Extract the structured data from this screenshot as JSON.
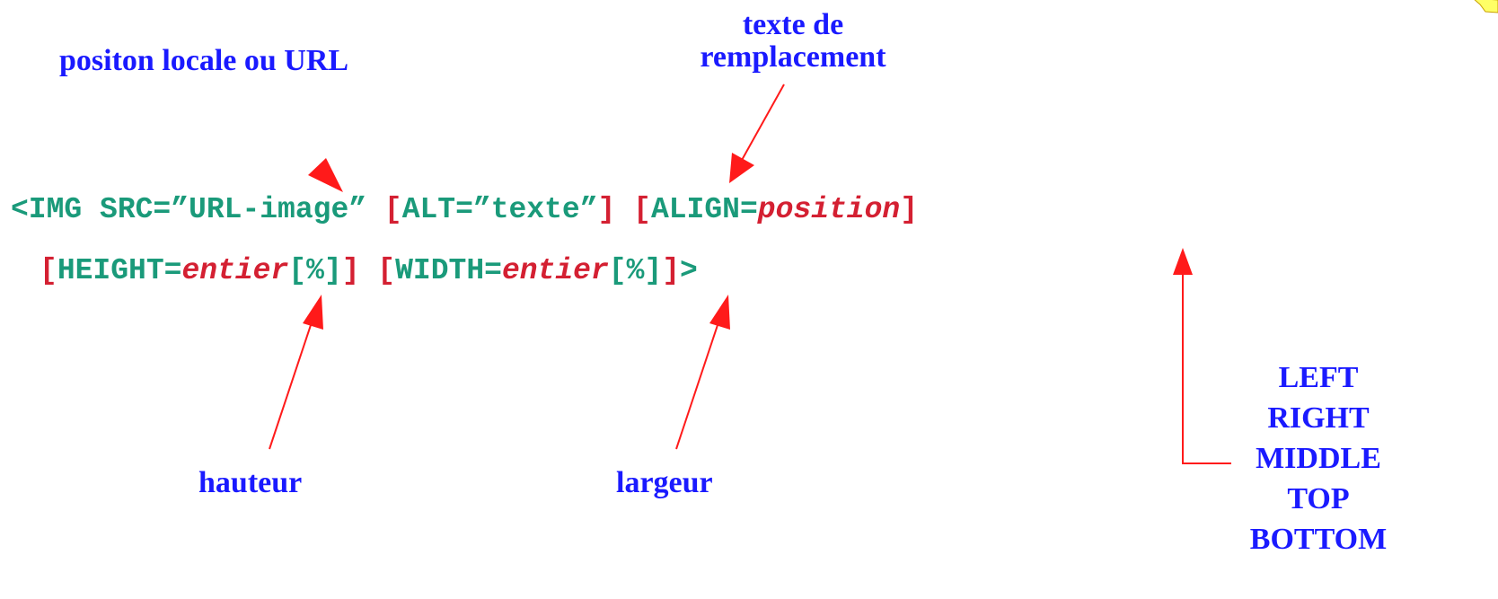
{
  "labels": {
    "source": "positon locale ou URL",
    "alt_line1": "texte de",
    "alt_line2": "remplacement",
    "height": "hauteur",
    "width": "largeur"
  },
  "align_values": [
    "LEFT",
    "RIGHT",
    "MIDDLE",
    "TOP",
    "BOTTOM"
  ],
  "code": {
    "line1": {
      "tag": "<IMG SRC=”URL-image” ",
      "alt_open": "[",
      "alt_body": "ALT=”texte”",
      "alt_close": "]",
      "align_open": " [",
      "align_key": "ALIGN=",
      "align_arg": "position",
      "align_close": "]"
    },
    "line2": {
      "h_open": "[",
      "h_key": "HEIGHT=",
      "h_arg": "entier",
      "h_pct": "[%]",
      "h_close": "]",
      "w_open": " [",
      "w_key": "WIDTH=",
      "w_arg": "entier",
      "w_pct": "[%]",
      "w_close": "]",
      "end": ">"
    }
  },
  "colors": {
    "label": "#1a1aff",
    "keyword": "#1a9a7a",
    "optional": "#d42032",
    "arrow": "#ff1a1a"
  }
}
